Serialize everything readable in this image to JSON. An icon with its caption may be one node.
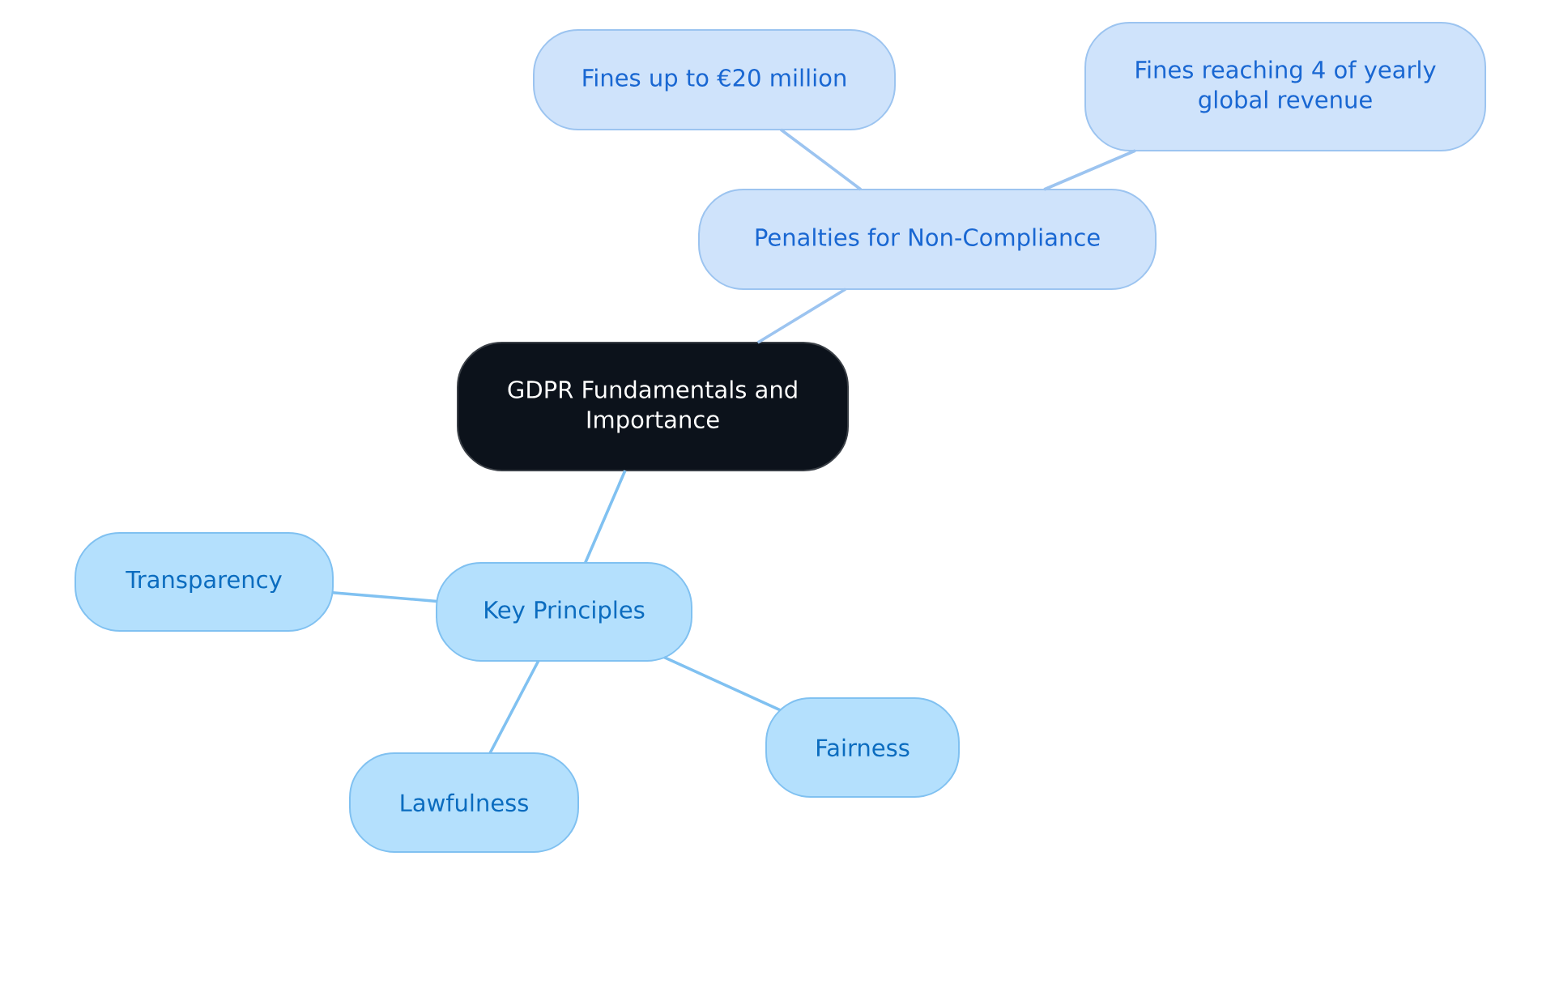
{
  "diagram": {
    "nodes": [
      {
        "text": [
          "GDPR Fundamentals and Importance"
        ]
      },
      {
        "text": [
          "Penalties for Non-Compliance"
        ]
      },
      {
        "text": [
          "Fines up to €20 million"
        ]
      },
      {
        "text": [
          "Fines reaching 4 of yearly global revenue"
        ]
      },
      {
        "text": [
          "Key Principles"
        ]
      },
      {
        "text": [
          "Transparency"
        ]
      },
      {
        "text": [
          "Lawfulness"
        ]
      },
      {
        "text": [
          "Fairness"
        ]
      }
    ],
    "edges": [
      {
        "from": 0,
        "to": 1,
        "arrow": "none",
        "color": "#9cc4f0"
      },
      {
        "from": 1,
        "to": 2,
        "arrow": "none",
        "color": "#9cc4f0"
      },
      {
        "from": 1,
        "to": 3,
        "arrow": "none",
        "color": "#9cc4f0"
      },
      {
        "from": 0,
        "to": 4,
        "arrow": "none"
      },
      {
        "from": 4,
        "to": 5,
        "arrow": "none"
      },
      {
        "from": 4,
        "to": 6,
        "arrow": "none"
      },
      {
        "from": 4,
        "to": 7,
        "arrow": "none"
      }
    ]
  }
}
